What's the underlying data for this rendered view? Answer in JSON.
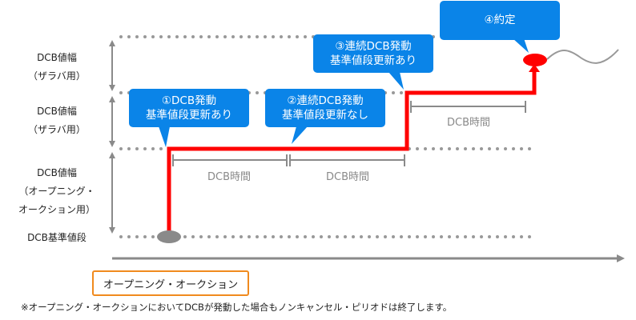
{
  "y_labels": {
    "band_top": [
      "DCB値幅",
      "（ザラバ用）"
    ],
    "band_mid": [
      "DCB値幅",
      "（ザラバ用）"
    ],
    "band_low": [
      "DCB値幅",
      "（オープニング・",
      "オークション用）"
    ],
    "base": "DCB基準値段"
  },
  "callouts": [
    {
      "line1": "①DCB発動",
      "line2": "基準値段更新あり"
    },
    {
      "line1": "②連続DCB発動",
      "line2": "基準値段更新なし"
    },
    {
      "line1": "③連続DCB発動",
      "line2": "基準値段更新あり"
    },
    {
      "line1": "④約定"
    }
  ],
  "dcb_time_labels": [
    "DCB時間",
    "DCB時間",
    "DCB時間"
  ],
  "phase_tag": "オープニング・オークション",
  "footnote": "※オープニング・オークションにおいてDCBが発動した場合もノンキャンセル・ピリオドは終了します。",
  "colors": {
    "callout": "#0a84e8",
    "price_line": "#ff0000",
    "tag_border": "#f08a1e",
    "guide": "#8a8a8a"
  }
}
